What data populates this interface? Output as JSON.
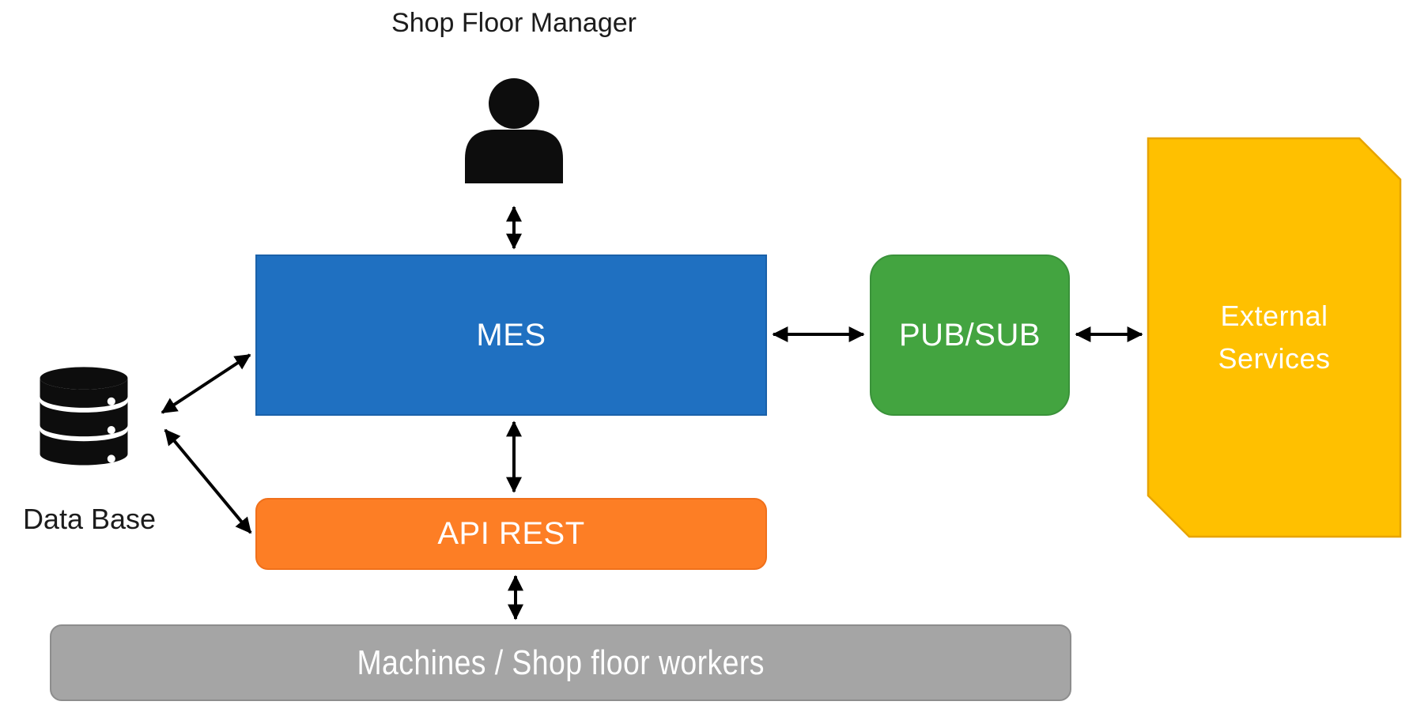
{
  "nodes": {
    "shop_floor_manager": {
      "label": "Shop Floor Manager"
    },
    "database": {
      "label": "Data Base"
    },
    "mes": {
      "label": "MES"
    },
    "pubsub": {
      "label": "PUB/SUB"
    },
    "api_rest": {
      "label": "API REST"
    },
    "machines": {
      "label": "Machines / Shop floor workers"
    },
    "external_services": {
      "label": "External Services",
      "lines": [
        "External",
        "Services"
      ]
    }
  },
  "icons": {
    "person": "person-icon",
    "database": "database-icon"
  },
  "connections": [
    {
      "from": "Shop Floor Manager",
      "to": "MES",
      "bidirectional": true
    },
    {
      "from": "MES",
      "to": "PUB/SUB",
      "bidirectional": true
    },
    {
      "from": "PUB/SUB",
      "to": "External Services",
      "bidirectional": true
    },
    {
      "from": "MES",
      "to": "API REST",
      "bidirectional": true
    },
    {
      "from": "Data Base",
      "to": "MES",
      "bidirectional": true
    },
    {
      "from": "Data Base",
      "to": "API REST",
      "bidirectional": true
    },
    {
      "from": "API REST",
      "to": "Machines / Shop floor workers",
      "bidirectional": true
    }
  ],
  "colors": {
    "mes_blue": "#1F70C1",
    "mes_border": "#1A61A9",
    "pubsub_green": "#43A440",
    "pubsub_border": "#3A923A",
    "api_orange": "#FD7E25",
    "api_border": "#F0701B",
    "machines_gray": "#A5A5A5",
    "machines_border": "#8D8D8D",
    "external_yellow": "#FFC000",
    "external_border": "#E7A400",
    "arrow_black": "#000000",
    "icon_black": "#0D0D0D",
    "label_black": "#1C1C1C",
    "box_text_white": "#FFFFFF"
  }
}
